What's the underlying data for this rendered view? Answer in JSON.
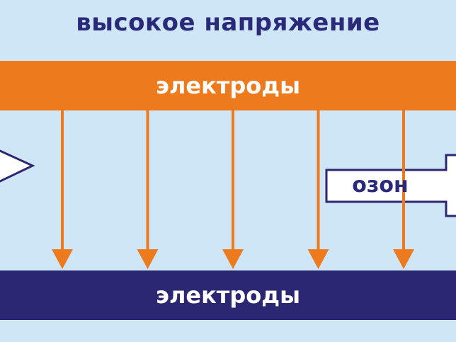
{
  "title": "высокое напряжение",
  "top_electrode": {
    "label": "электроды",
    "color": "#ee7a1e"
  },
  "bottom_electrode": {
    "label": "электроды",
    "color": "#2c2773"
  },
  "discharge_arrows": {
    "count": 5,
    "color": "#ee7a1e"
  },
  "output_arrow": {
    "label": "озон",
    "fill": "#ffffff",
    "stroke": "#2c2773"
  },
  "input_arrow": {
    "fill": "#ffffff",
    "stroke": "#2c2773"
  },
  "background_color": "#cfe6f7"
}
